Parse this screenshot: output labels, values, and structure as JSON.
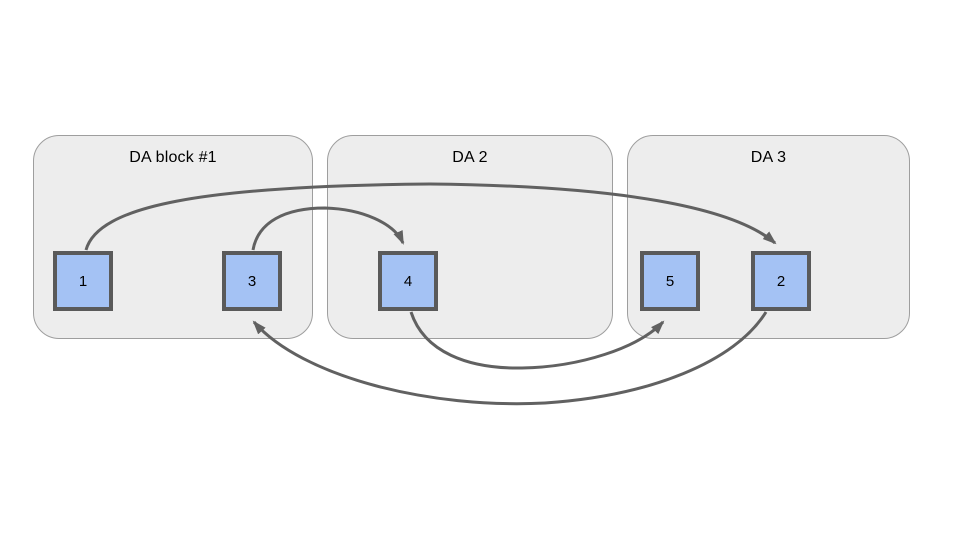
{
  "diagram": {
    "type": "linked-list-across-blocks",
    "blocks": [
      {
        "label": "DA block #1",
        "nodes": [
          {
            "label": "1"
          },
          {
            "label": "3"
          }
        ]
      },
      {
        "label": "DA 2",
        "nodes": [
          {
            "label": "4"
          }
        ]
      },
      {
        "label": "DA 3",
        "nodes": [
          {
            "label": "5"
          },
          {
            "label": "2"
          }
        ]
      }
    ],
    "edges": [
      {
        "from": "1",
        "to": "2"
      },
      {
        "from": "3",
        "to": "4"
      },
      {
        "from": "4",
        "to": "5"
      },
      {
        "from": "2",
        "to": "3"
      }
    ],
    "colors": {
      "background": "#ffffff",
      "block_fill": "#ededed",
      "block_border": "#9e9e9e",
      "node_fill": "#a4c2f4",
      "node_border": "#5a5a5a",
      "arrow": "#616161",
      "text": "#000000"
    }
  }
}
